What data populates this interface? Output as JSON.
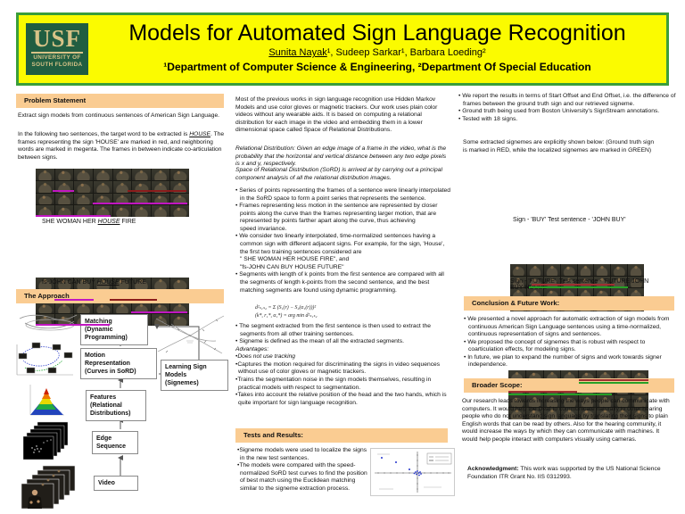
{
  "header": {
    "title": "Models for Automated Sign Language Recognition",
    "author1": "Sunita Nayak",
    "authors_rest": "¹, Sudeep Sarkar¹, Barbara Loeding²",
    "affiliations": "¹Department of Computer Science & Engineering, ²Department Of Special Education",
    "logo": {
      "acronym": "USF",
      "line1": "UNIVERSITY OF",
      "line2": "SOUTH FLORIDA"
    }
  },
  "left": {
    "problem": {
      "heading": "Problem Statement",
      "p1": "Extract sign models from continuous sentences of American Sign Language.",
      "p2a": "In the following two sentences, the target word to be extracted is ",
      "p2b": "HOUSE",
      "p2c": ". The frames representing the sign 'HOUSE' are marked in red, and neighboring words are marked in megenta. The frames in between indicate co-articulation between signs.",
      "cap1a": "SHE WOMAN HER ",
      "cap1b": "HOUSE",
      "cap1c": " FIRE",
      "cap2a": "fs-JOHN CAN BUY ",
      "cap2b": "HOUSE",
      "cap2c": " FUTURE"
    },
    "approach": {
      "heading": "The Approach",
      "boxes": [
        "Matching\n(Dynamic\nProgramming)",
        "Motion\nRepresentation\n(Curves in SoRD)",
        "Learning Sign\nModels\n(Signemes)",
        "Features\n(Relational\nDistributions)",
        "Edge\nSequence",
        "Video"
      ]
    }
  },
  "middle": {
    "intro": "Most of the previous works in sign language recognition use Hidden Markov Models and use color gloves or magnetic trackers. Our work uses plain color videos without any wearable aids. It is based on computing a relational distribution for each image in the video and embedding them in a lower dimensional space called Space of Relational Distributions.",
    "rd": "Relational Distribution:  Given an edge image of a frame in the video, what is the probability that the horizontal and vertical distance between any two edge pixels is x and y, respectively.",
    "sord": "Space of Relational Distribution (SoRD) is arrived at by carrying out a principal component analysis of all the relational distribution images.",
    "bullets1": [
      "• Series of points representing the frames of a sentence were linearly interpolated in the SoRD space to form a point series that represents the sentence.",
      "• Frames representing less motion in the sentence are represented by closer points along the curve than the frames representing larger motion, that are represented by points farther apart along the curve, thus achieving\nspeed invariance.",
      "• We consider two linearly interpolated, time-normalized sentences having a common sign with different adjacent signs. For example, for the sign, 'House', the first two training sentences considered are\n\" SHE WOMAN HER HOUSE FIRE\", and\n\"fs-JOHN CAN BUY HOUSE FUTURE\"",
      "• Segments with length of k points from the first sentence are compared with all the segments of length k-points from the second sentence, and the best matching segments are found using dynamic programming."
    ],
    "eq1": "d²ₛ₁ₛ₂ = Σ (S₁(r) − S₂(α₁(r)))²",
    "eq2": "(k*, r₁*, α₁*) = arg min d²ₛ₁ₛ₂",
    "bullets2": [
      "• The segment extracted from the first sentence is then used to extract the segments from all other training sentences.",
      "• Signeme is defined as the mean of all the extracted segments."
    ],
    "advantages_label": "Advantages:",
    "advantages": [
      "•Does not use tracking",
      "•Captures the motion  required for discriminating the signs in video sequences without use of color gloves or magnetic trackers.",
      "•Trains the segmentation noise in the sign models themselves, resulting in practical models with respect to segmentation.",
      "•Takes into account the relative position of the head and the two hands, which is quite important for sign language recognition."
    ],
    "tests": {
      "heading": "Tests and Results:",
      "bullets": [
        "•Signeme models were used to localize the signs in the new test sentences.",
        "•The models were compared with the speed-normalized SoRD test curves to find the position of best match using the Euclidean matching similar to the signeme extraction process."
      ]
    }
  },
  "right": {
    "bullets": [
      "• We report the results in terms of Start Offset and End Offset, i.e. the difference of frames between the ground truth sign and our retrieved signeme.",
      "• Ground truth being used from Boston University's SignStream annotations.",
      "• Tested with 18 signs."
    ],
    "note": "Some extracted signemes are explicitly shown below: (Ground truth sign is marked in RED, while the localized signemes are marked in GREEN)",
    "cap1": "Sign - 'BUY' Test sentence - 'JOHN BUY'",
    "cap2": "Sign - 'FUTURE', Test sentence - 'FUTURE JOHN BUY HOUSE'",
    "conclusion": {
      "heading": "Conclusion & Future Work:",
      "bullets": [
        "• We presented a novel approach for automatic extraction of sign models from continuous American Sign Language sentences using a time-normalized, continuous representation of signs and sentences.",
        "• We proposed the concept of signemes that is robust with respect to coarticulation effects, for modeling signs.",
        "• In future, we plan to expand the number of signs and work towards signer independence."
      ]
    },
    "broader": {
      "heading": "Broader Scope:",
      "text": "Our research leads towards increasing the ways people can communicate with computers. It would help the Deaf to communicate naturally to other hearing people who do not understand sign language by translating their signs to plain English words that can be read by others. Also for the hearing community, it would increase the ways by which they can communicate with machines. It would help people interact with computers visually using cameras."
    },
    "ack_label": "Acknowledgment:",
    "ack_text": " This work was supported by the US National Science Foundation ITR Grant No. IIS 0312993."
  },
  "colors": {
    "header_bg": "#FBFB00",
    "header_border": "#3A9E3A",
    "logo_bg": "#215E41",
    "logo_text": "#D8C387",
    "section_bar": "#FACC92",
    "magenta_marker": "#C116C1",
    "ground_truth_red": "#8B1C1C",
    "signeme_green": "#27A027"
  }
}
